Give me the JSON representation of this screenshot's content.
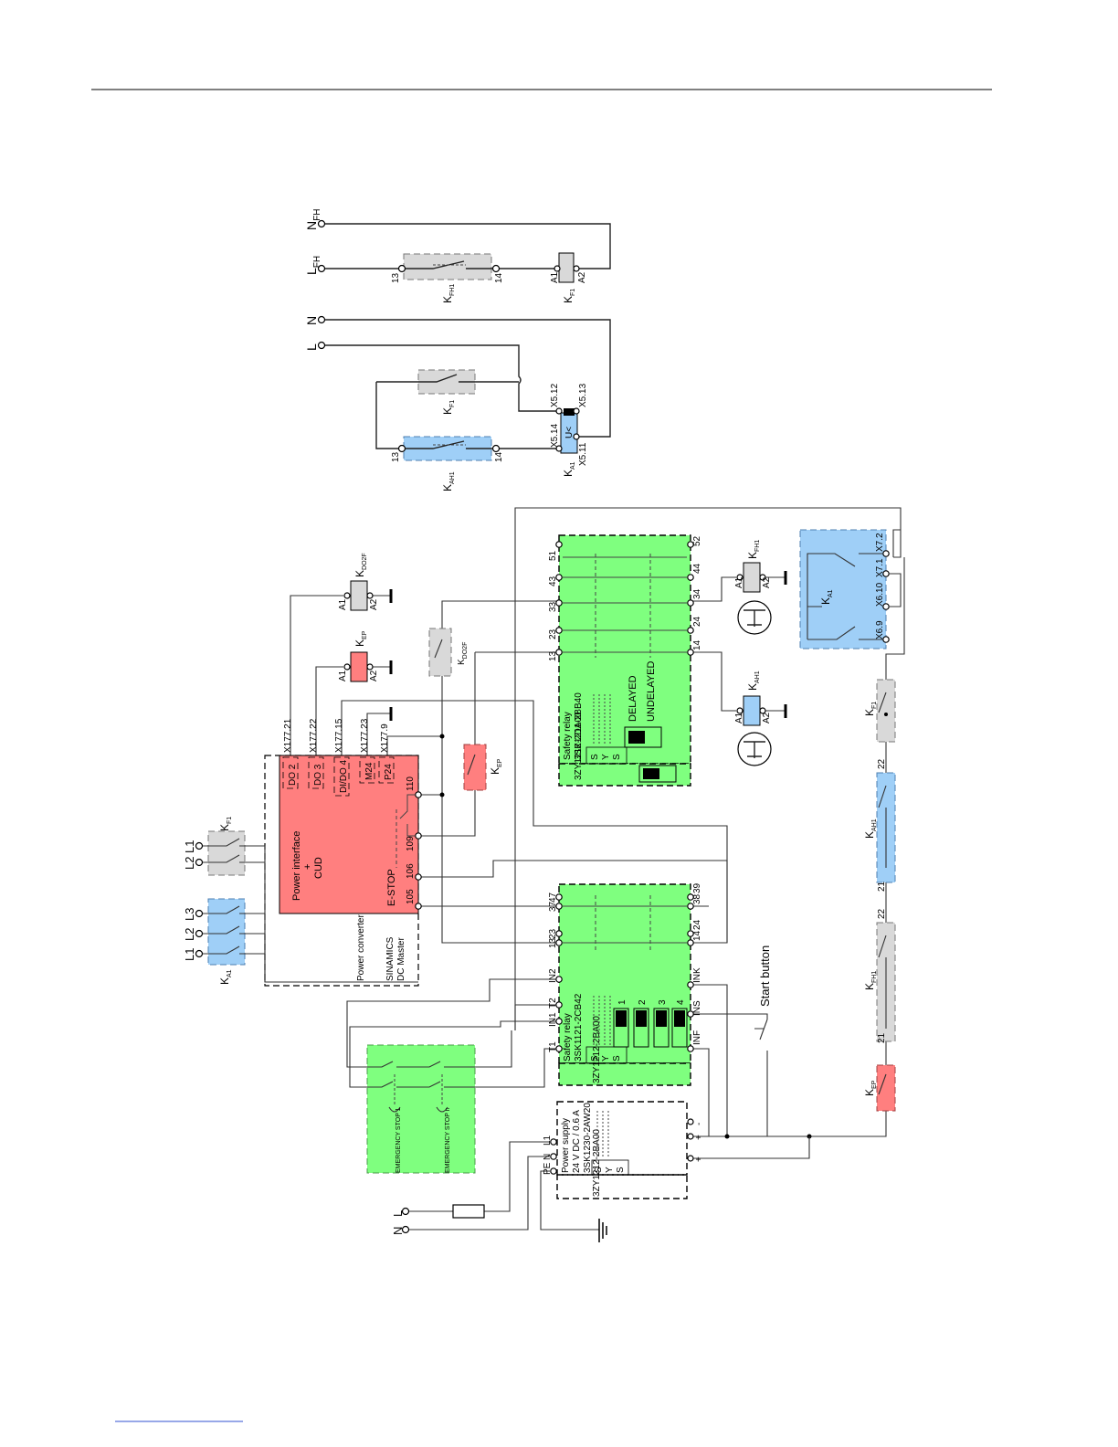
{
  "colors": {
    "red": "#ff7f7f",
    "green": "#7fff7f",
    "blue": "#9fcff7",
    "gray": "#d9d9d9"
  },
  "supply": {
    "n_fh": "N",
    "l_fh": "L",
    "fh_sub": "FH",
    "n": "N",
    "l": "L"
  },
  "kfh1_top": {
    "name": "K",
    "sub": "FH1",
    "t13": "13",
    "t14": "14"
  },
  "kf1_coil": {
    "name": "K",
    "sub": "F1",
    "a1": "A1",
    "a2": "A2"
  },
  "kf1_contact": {
    "name": "K",
    "sub": "F1"
  },
  "ka1_top": {
    "name": "K",
    "sub": "A1",
    "x5_14": "X5.14",
    "x5_12": "X5.12",
    "x5_13": "X5.13",
    "x5_11": "X5.11",
    "u": "U<"
  },
  "kah1_top": {
    "name": "K",
    "sub": "AH1",
    "t13": "13",
    "t14": "14"
  },
  "converter": {
    "title": "Power interface",
    "plus": "+",
    "cud": "CUD",
    "estop": "E-STOP",
    "caption": "Power converter",
    "product": "SINAMICS",
    "product2": "DC Master",
    "pins": [
      "X177.21",
      "X177.22",
      "X177.15",
      "X177.23",
      "X177.9"
    ],
    "signals": [
      "DO 2",
      "DO 3",
      "DI/DO 4",
      "M24",
      "P24"
    ],
    "terminals": [
      "105",
      "106",
      "109",
      "110"
    ]
  },
  "k_do2f_coil": {
    "name": "K",
    "sub": "DO2F",
    "a1": "A1",
    "a2": "A2"
  },
  "k_ep_coil": {
    "name": "K",
    "sub": "EP",
    "a1": "A1",
    "a2": "A2"
  },
  "k_do2f_contact": {
    "name": "K",
    "sub": "DO2F"
  },
  "k_ep_contact": {
    "name": "K",
    "sub": "EP"
  },
  "mains_top": {
    "name": "K",
    "sub": "F1",
    "l1": "L1",
    "l2": "L2"
  },
  "mains_bottom": {
    "name": "K",
    "sub": "A1",
    "l1": "L1",
    "l2": "L2",
    "l3": "L3"
  },
  "relay_2bb40": {
    "title": "Safety relay",
    "model": "3SK1211-2BB40",
    "top_pins": [
      "13",
      "23",
      "33",
      "43",
      "51"
    ],
    "bottom_pins": [
      "14",
      "24",
      "34",
      "44",
      "52"
    ],
    "delayed": "DELAYED",
    "undelayed": "UNDELAYED",
    "sys": [
      "S",
      "Y",
      "S"
    ],
    "connector": "3ZY1212-2DA00"
  },
  "k_fh1_coil": {
    "name": "K",
    "sub": "FH1",
    "a1": "A1",
    "a2": "A2"
  },
  "k_ah1_coil": {
    "name": "K",
    "sub": "AH1",
    "a1": "A1",
    "a2": "A2"
  },
  "ka1_right": {
    "name": "K",
    "sub": "A1",
    "pins": [
      "X6.9",
      "X6.10",
      "X7.1",
      "X7.2"
    ]
  },
  "chain": {
    "kf1": {
      "name": "K",
      "sub": "F1"
    },
    "kah1": {
      "name": "K",
      "sub": "AH1",
      "t21": "21",
      "t22": "22"
    },
    "kfh1": {
      "name": "K",
      "sub": "FH1",
      "t21": "21",
      "t22": "22"
    },
    "kep": {
      "name": "K",
      "sub": "EP"
    }
  },
  "relay_2cb42": {
    "title": "Safety relay",
    "model": "3SK1121-2CB42",
    "top_pins": [
      "13",
      "23",
      "37",
      "47"
    ],
    "bottom_pins": [
      "14",
      "24",
      "38",
      "39"
    ],
    "left_pins": [
      "T1",
      "IN1",
      "T2",
      "IN2"
    ],
    "right_pins": [
      "INF",
      "INS",
      "INK"
    ],
    "switches": [
      "1",
      "2",
      "3",
      "4"
    ],
    "sys": [
      "S",
      "Y",
      "S"
    ],
    "connector": "3ZY1212-2BA00"
  },
  "start_button": "Start button",
  "estop_box": {
    "label1": "EMERGENCY STOP 1",
    "label2": "EMERGENCY STOP n"
  },
  "power_supply": {
    "line1": "Power supply",
    "line2": "24 V DC / 0.6 A",
    "model": "3SK1230-2AW20",
    "pins": [
      "PE",
      "N",
      "L1"
    ],
    "sys": [
      "S",
      "Y",
      "S"
    ],
    "connector": "3ZY1212-2BA00",
    "out": [
      "+",
      "-",
      "+",
      "-"
    ]
  },
  "mains_in": {
    "l": "L",
    "n": "N"
  }
}
